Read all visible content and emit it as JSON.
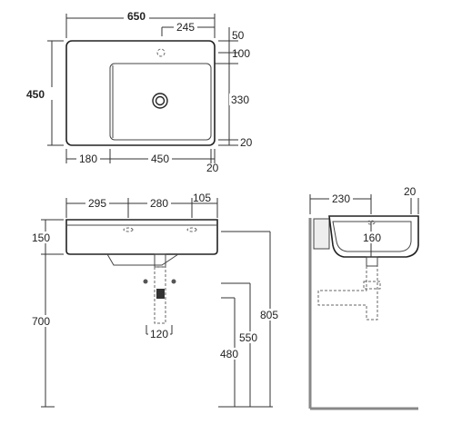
{
  "top_view": {
    "width": "650",
    "tap_offset": "245",
    "tap_from_top": "50",
    "bowl_top": "100",
    "depth": "450",
    "bowl_depth": "330",
    "front_margin": "20",
    "left_margin": "180",
    "bowl_width": "450",
    "right_margin": "20"
  },
  "front_view": {
    "seg_left": "295",
    "seg_mid": "280",
    "seg_right": "105",
    "basin_height": "150",
    "mount_height": "700",
    "trap_width": "120",
    "height_480": "480",
    "height_550": "550",
    "height_805": "805"
  },
  "side_view": {
    "projection": "230",
    "rim": "20",
    "bowl_depth": "160"
  }
}
